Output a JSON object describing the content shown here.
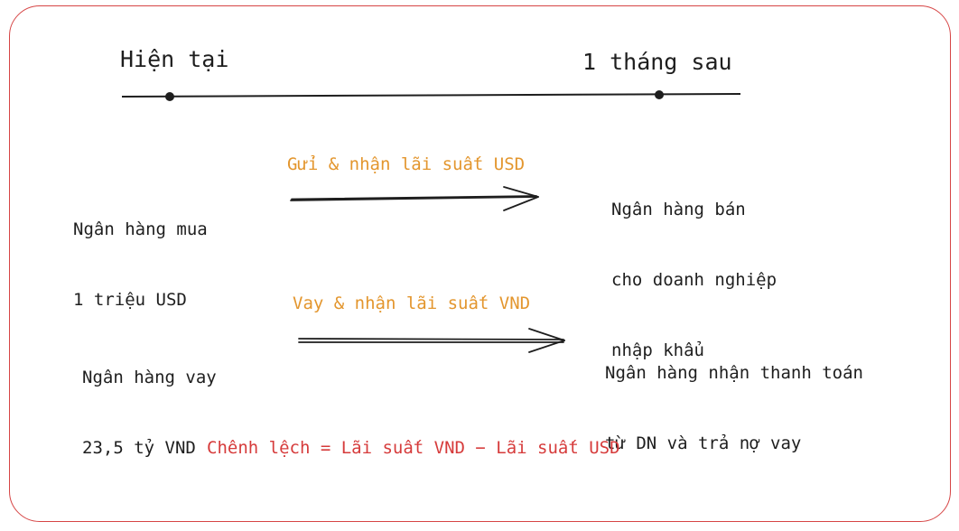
{
  "timeline": {
    "left_label": "Hiện tại",
    "right_label": "1 tháng sau"
  },
  "row1": {
    "left_line1": "Ngân hàng mua",
    "left_line2": "1 triệu USD",
    "arrow_label": "Gửi & nhận lãi suất USD",
    "right_line1": "Ngân hàng bán",
    "right_line2": "cho doanh nghiệp",
    "right_line3": "nhập khẩu"
  },
  "row2": {
    "left_line1": "Ngân hàng vay",
    "left_line2": "23,5 tỷ VND",
    "arrow_label": "Vay & nhận lãi suất VND",
    "right_line1": "Ngân hàng nhận thanh toán",
    "right_line2": "từ DN và trả nợ vay"
  },
  "footer": {
    "formula": "Chênh lệch = Lãi suất VND − Lãi suất USD"
  },
  "colors": {
    "frame": "#d64545",
    "orange_label": "#e3962e",
    "formula": "#d63b3b",
    "ink": "#1e1e1e"
  }
}
